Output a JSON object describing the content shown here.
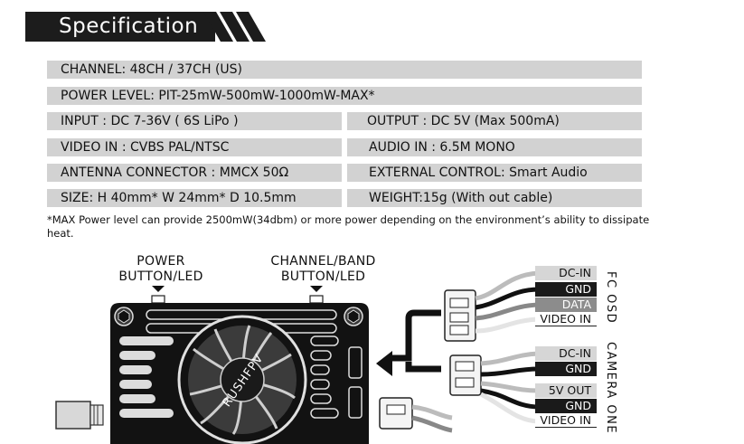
{
  "header": {
    "title": "Specification"
  },
  "specs": {
    "channel": "CHANNEL: 48CH / 37CH (US)",
    "power_level": "POWER LEVEL: PIT-25mW-500mW-1000mW-MAX*",
    "input": "INPUT : DC 7-36V ( 6S LiPo )",
    "output": "OUTPUT : DC 5V  (Max 500mA)",
    "video_in": "VIDEO IN : CVBS PAL/NTSC",
    "audio_in": "AUDIO IN : 6.5M MONO",
    "antenna": "ANTENNA CONNECTOR : MMCX  50Ω",
    "external_control": "EXTERNAL CONTROL: Smart Audio",
    "size": "SIZE: H 40mm* W 24mm* D 10.5mm",
    "weight": "WEIGHT:15g (With out cable)"
  },
  "note": "*MAX Power level can provide 2500mW(34dbm) or more power depending on the environment’s ability to dissipate heat.",
  "diagram": {
    "power_button_line1": "POWER",
    "power_button_line2": "BUTTON/LED",
    "channel_button_line1": "CHANNEL/BAND",
    "channel_button_line2": "BUTTON/LED",
    "brand": "RUSHFPV",
    "fc_osd": {
      "label": "FC OSD",
      "pins": [
        "DC-IN",
        "GND",
        "DATA",
        "VIDEO IN"
      ]
    },
    "camera": {
      "label": "CAMERA ONE",
      "pins": [
        "DC-IN",
        "GND",
        "5V OUT",
        "GND",
        "VIDEO IN"
      ]
    }
  }
}
